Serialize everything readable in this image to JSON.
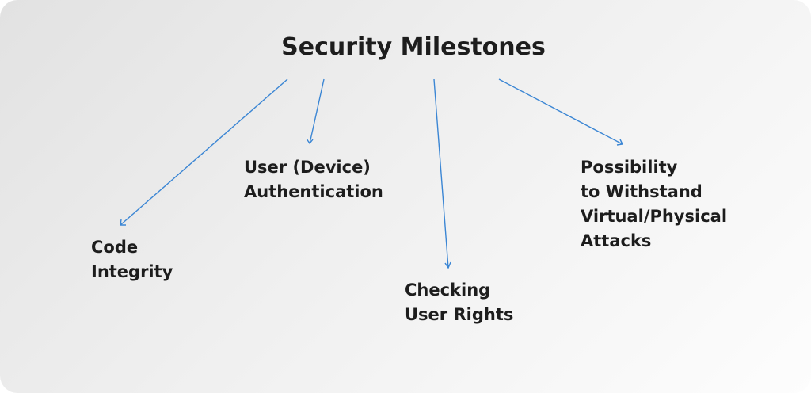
{
  "diagram": {
    "title": "Security Milestones",
    "nodes": [
      {
        "id": "code-integrity",
        "lines": [
          "Code",
          "Integrity"
        ]
      },
      {
        "id": "user-authentication",
        "lines": [
          "User (Device)",
          "Authentication"
        ]
      },
      {
        "id": "checking-user-rights",
        "lines": [
          "Checking",
          "User Rights"
        ]
      },
      {
        "id": "withstand-attacks",
        "lines": [
          "Possibility",
          "to Withstand",
          "Virtual/Physical",
          "Attacks"
        ]
      }
    ],
    "edges": [
      {
        "from": "title",
        "to": "code-integrity"
      },
      {
        "from": "title",
        "to": "user-authentication"
      },
      {
        "from": "title",
        "to": "checking-user-rights"
      },
      {
        "from": "title",
        "to": "withstand-attacks"
      }
    ],
    "colors": {
      "arrow": "#3b86d4",
      "text": "#1d1d1d"
    }
  }
}
